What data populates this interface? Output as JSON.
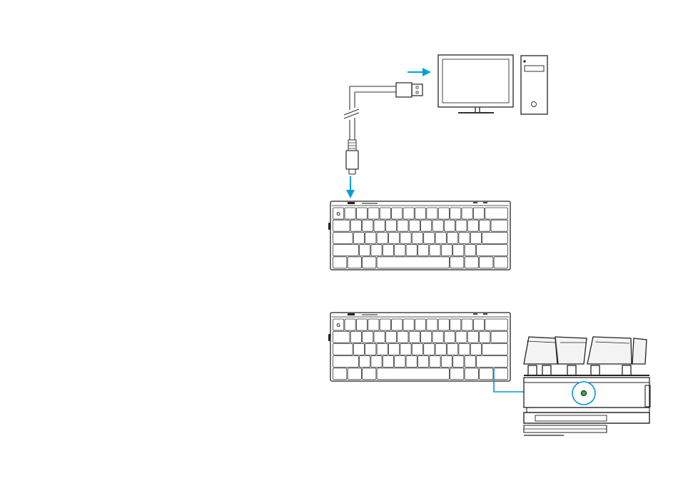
{
  "figure": {
    "keyboard_top": {
      "rows": 5,
      "logo": "G"
    },
    "keyboard_bottom": {
      "rows": 5,
      "logo": "G"
    },
    "connection": {
      "plug_pc_end": "usb-a",
      "plug_keyboard_end": "usb-c"
    },
    "icons": [
      "monitor-icon",
      "pc-tower-icon",
      "usb-cable-icon",
      "keyboard-icon",
      "status-led-icon"
    ],
    "colors": {
      "arrow": "#009FDF",
      "callout": "#0096D6",
      "led": "#2DB83D",
      "line": "#333333"
    }
  }
}
